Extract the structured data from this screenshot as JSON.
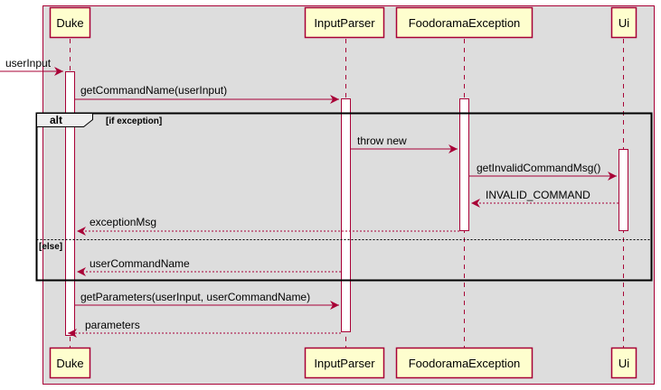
{
  "colors": {
    "background": "#ffffff",
    "group_box_fill": "#dddddd",
    "group_box_border": "#a80036",
    "participant_fill": "#fefece",
    "participant_border": "#a80036",
    "lifeline": "#a80036",
    "message_line": "#a80036",
    "activation_fill": "#ffffff",
    "alt_border": "#000000"
  },
  "participants": [
    {
      "id": "duke",
      "label": "Duke"
    },
    {
      "id": "parser",
      "label": "InputParser"
    },
    {
      "id": "exception",
      "label": "FoodoramaException"
    },
    {
      "id": "ui",
      "label": "Ui"
    }
  ],
  "messages": [
    {
      "label": "userInput",
      "from": "external",
      "to": "duke",
      "style": "sync"
    },
    {
      "label": "getCommandName(userInput)",
      "from": "duke",
      "to": "parser",
      "style": "sync"
    },
    {
      "label": "throw new",
      "from": "parser",
      "to": "exception",
      "style": "sync"
    },
    {
      "label": "getInvalidCommandMsg()",
      "from": "exception",
      "to": "ui",
      "style": "sync"
    },
    {
      "label": "INVALID_COMMAND",
      "from": "ui",
      "to": "exception",
      "style": "return"
    },
    {
      "label": "exceptionMsg",
      "from": "exception",
      "to": "duke",
      "style": "return"
    },
    {
      "label": "userCommandName",
      "from": "parser",
      "to": "duke",
      "style": "return"
    },
    {
      "label": "getParameters(userInput, userCommandName)",
      "from": "duke",
      "to": "parser",
      "style": "sync"
    },
    {
      "label": "parameters",
      "from": "parser",
      "to": "duke",
      "style": "return"
    }
  ],
  "alt": {
    "keyword": "alt",
    "guard": "[if exception]",
    "else_guard": "[else]"
  }
}
